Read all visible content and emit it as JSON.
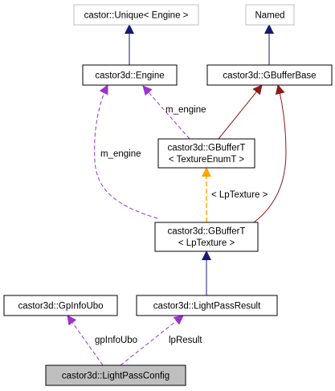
{
  "colors": {
    "inheritance": "#191970",
    "composition": "#8b1a1a",
    "usage": "#9a32cd",
    "template": "#ffa500",
    "border_normal": "#000000",
    "border_external": "#bfbfbf",
    "fill_normal": "#ffffff",
    "fill_focus": "#bfbfbf"
  },
  "nodes": {
    "unique": {
      "lines": [
        "castor::Unique< Engine >"
      ]
    },
    "named": {
      "lines": [
        "Named"
      ]
    },
    "engine": {
      "lines": [
        "castor3d::Engine"
      ]
    },
    "gbufferbase": {
      "lines": [
        "castor3d::GBufferBase"
      ]
    },
    "gbuffert": {
      "lines": [
        "castor3d::GBufferT",
        "< TextureEnumT >"
      ]
    },
    "gbufferlp": {
      "lines": [
        "castor3d::GBufferT",
        "< LpTexture >"
      ]
    },
    "gpinfoubo": {
      "lines": [
        "castor3d::GpInfoUbo"
      ]
    },
    "lightpassresult": {
      "lines": [
        "castor3d::LightPassResult"
      ]
    },
    "lightpassconfig": {
      "lines": [
        "castor3d::LightPassConfig"
      ]
    }
  },
  "edge_labels": {
    "m_engine_1": "m_engine",
    "m_engine_2": "m_engine",
    "lp_texture": "< LpTexture >",
    "gpinfoubo": "gpInfoUbo",
    "lpresult": "lpResult"
  }
}
